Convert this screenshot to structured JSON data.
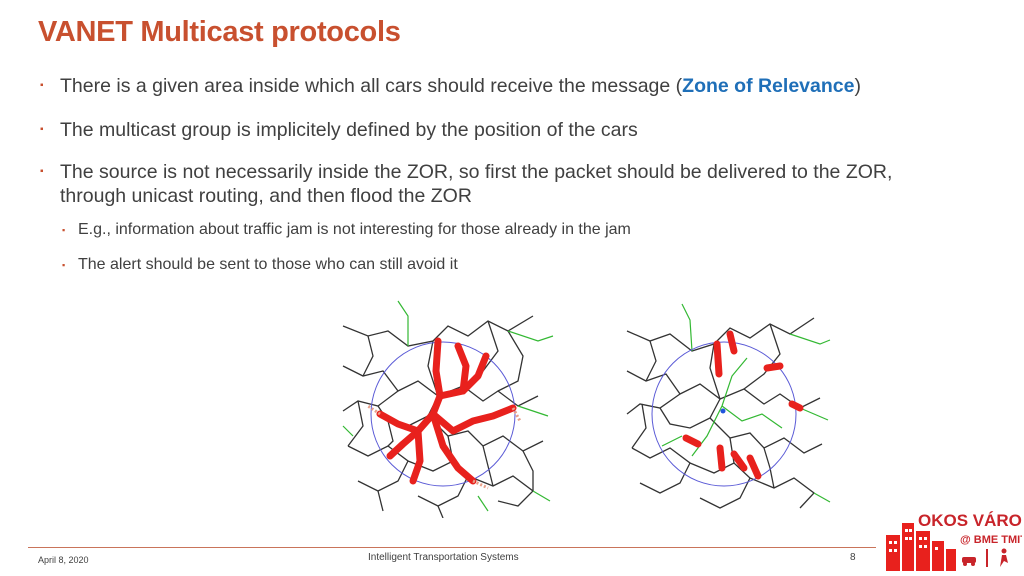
{
  "slide": {
    "title": "VANET Multicast protocols",
    "bullets": [
      {
        "pre": "There is a given area inside which all cars should receive the message (",
        "highlight": "Zone of Relevance",
        "post": ")"
      },
      {
        "text": "The multicast group is implicitely defined by the position of the cars"
      },
      {
        "line1": "The source is not necessarily inside the ZOR, so first the packet should be delivered to the ZOR,",
        "line2": "through unicast routing, and then flood the ZOR"
      }
    ],
    "subbullets": [
      {
        "text": "E.g., information about traffic jam is not interesting for those already in the jam"
      },
      {
        "text": "The alert should be sent to those who can still avoid it"
      }
    ],
    "bullet_marker": "▪"
  },
  "footer": {
    "date": "April 8, 2020",
    "center": "Intelligent Transportation Systems",
    "page": "8"
  },
  "logo": {
    "line1": "OKOS VÁROS",
    "line2": "@ BME TMIT"
  },
  "colors": {
    "title": "#c8502f",
    "highlight": "#1f6fb8",
    "flood": "#e8211d",
    "road": "#333333",
    "road_alt": "#33b833",
    "zone": "#5a5ad6"
  }
}
